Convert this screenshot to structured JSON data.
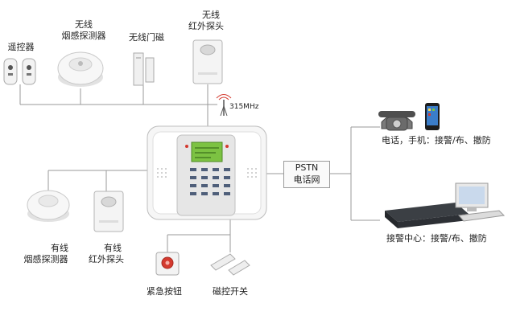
{
  "devices": {
    "remote": "遥控器",
    "wireless_smoke": [
      "无线",
      "烟感探测器"
    ],
    "wireless_door": "无线门磁",
    "wireless_pir": [
      "无线",
      "红外探头"
    ],
    "wired_smoke": [
      "有线",
      "烟感探测器"
    ],
    "wired_pir": [
      "有线",
      "红外探头"
    ],
    "panic_button": "紧急按钮",
    "magnetic_switch": "磁控开关"
  },
  "frequency": "315MHz",
  "network": {
    "line1": "PSTN",
    "line2": "电话网"
  },
  "endpoints": {
    "phone": "电话，手机：接警/布、撤防",
    "center": "接警中心：接警/布、撤防"
  },
  "colors": {
    "line": "#9a9a9a",
    "panel": "#f2f2f2",
    "screen": "#7cc242",
    "accent": "#d43a2f"
  }
}
